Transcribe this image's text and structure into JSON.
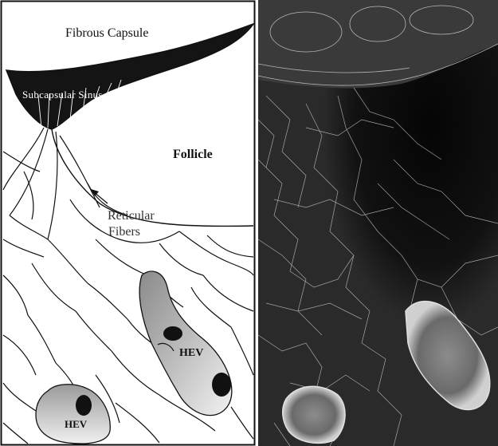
{
  "labels": {
    "fibrous_capsule": "Fibrous Capsule",
    "subcapsular_sinus": "Subcapsular Sinus",
    "follicle": "Follicle",
    "reticular": "Reticular",
    "fibers": "Fibers",
    "hev_upper": "HEV",
    "hev_lower": "HEV"
  },
  "colors": {
    "ink": "#111111",
    "sinus_fill": "#141414",
    "hev_fill_light": "#ececec",
    "hev_fill_dark": "#8a8a8a",
    "micrograph_dark": "#0c0c0c",
    "fiber_light": "#dcdcdc"
  }
}
